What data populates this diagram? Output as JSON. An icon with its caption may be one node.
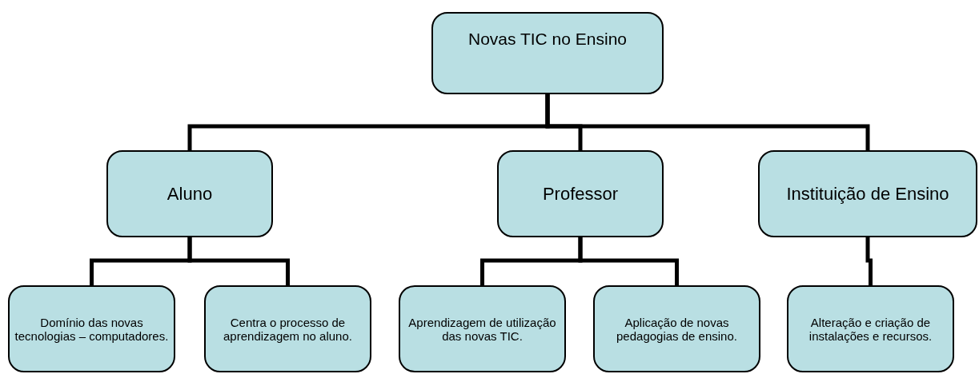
{
  "diagram": {
    "nodes": [
      {
        "text": [
          "Novas TIC no Ensino"
        ]
      },
      {
        "text": [
          "Aluno"
        ]
      },
      {
        "text": [
          "Professor"
        ]
      },
      {
        "text": [
          "Instituição de Ensino"
        ]
      },
      {
        "text": [
          "Domínio das novas tecnologias – computadores."
        ]
      },
      {
        "text": [
          "Centra o processo de aprendizagem no aluno."
        ]
      },
      {
        "text": [
          "Aprendizagem de utilização das novas TIC."
        ]
      },
      {
        "text": [
          "Aplicação de novas pedagogias de ensino."
        ]
      },
      {
        "text": [
          "Alteração e criação de instalações e recursos."
        ]
      }
    ],
    "edges": [
      {
        "from": 0,
        "to": 1,
        "arrow": "none"
      },
      {
        "from": 0,
        "to": 2,
        "arrow": "none"
      },
      {
        "from": 0,
        "to": 3,
        "arrow": "none"
      },
      {
        "from": 1,
        "to": 4,
        "arrow": "none"
      },
      {
        "from": 1,
        "to": 5,
        "arrow": "none"
      },
      {
        "from": 2,
        "to": 6,
        "arrow": "none"
      },
      {
        "from": 2,
        "to": 7,
        "arrow": "none"
      },
      {
        "from": 3,
        "to": 8,
        "arrow": "none"
      }
    ]
  }
}
